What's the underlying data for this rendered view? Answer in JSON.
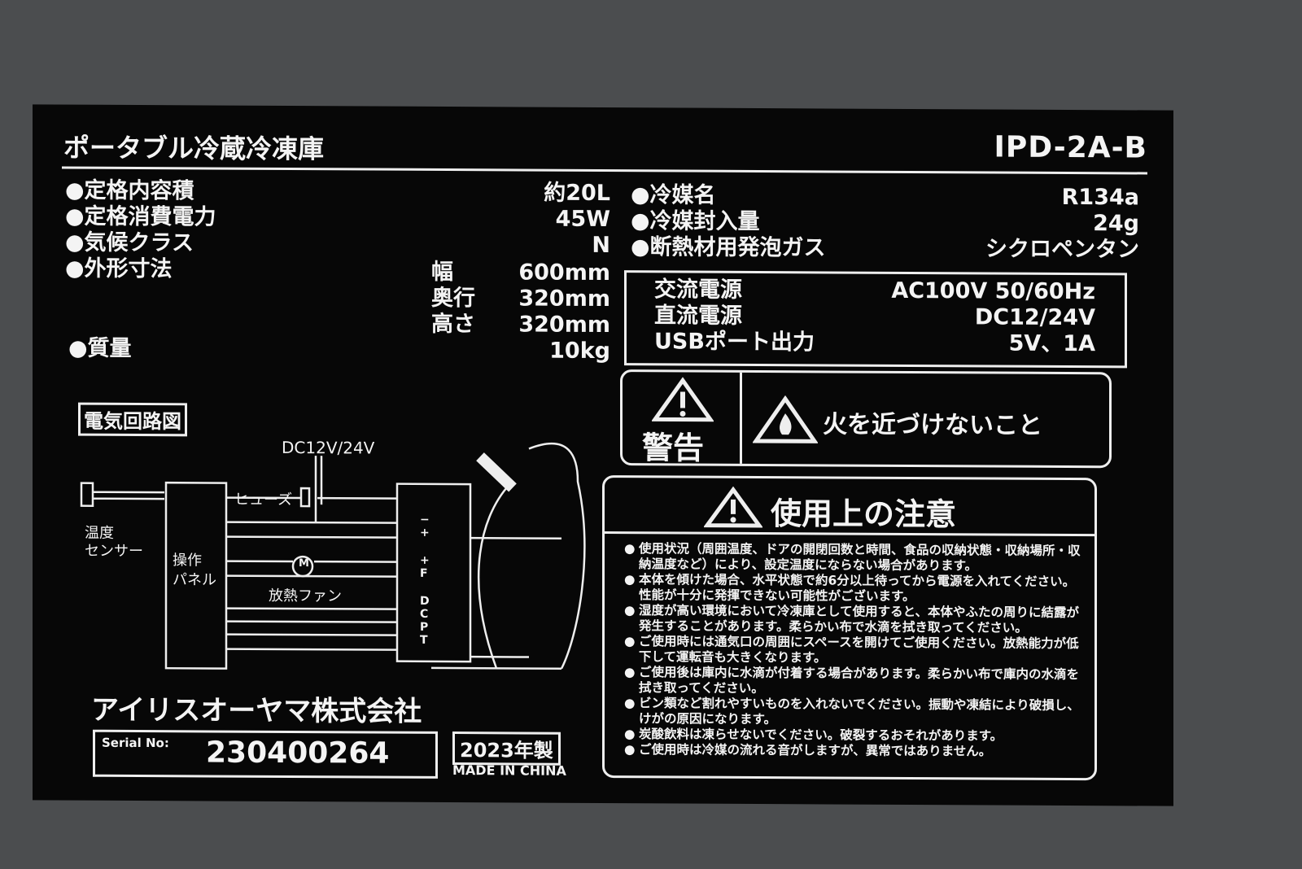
{
  "label": {
    "title": "ポータブル冷蔵冷凍庫",
    "model": "IPD-2A-B",
    "left_specs": [
      {
        "name": "●定格内容積",
        "value": "約20L"
      },
      {
        "name": "●定格消費電力",
        "value": "45W"
      },
      {
        "name": "●気候クラス",
        "value": "N"
      },
      {
        "name": "●外形寸法",
        "value": ""
      }
    ],
    "dimensions": [
      {
        "name": "幅",
        "value": "600mm"
      },
      {
        "name": "奥行",
        "value": "320mm"
      },
      {
        "name": "高さ",
        "value": "320mm"
      }
    ],
    "mass": {
      "name": "●質量",
      "value": "10kg"
    },
    "right_specs": [
      {
        "name": "●冷媒名",
        "value": "R134a"
      },
      {
        "name": "●冷媒封入量",
        "value": "24g"
      },
      {
        "name": "●断熱材用発泡ガス",
        "value": "シクロペンタン"
      }
    ],
    "power": [
      {
        "name": "交流電源",
        "value": "AC100V 50/60Hz"
      },
      {
        "name": "直流電源",
        "value": "DC12/24V"
      },
      {
        "name": "USBポート出力",
        "value": "5V、1A"
      }
    ],
    "warning": {
      "heading": "警告",
      "text": "火を近づけないこと"
    },
    "caution": {
      "heading": "使用上の注意",
      "items": [
        "使用状況（周囲温度、ドアの開閉回数と時間、食品の収納状態・収納場所・収納温度など）により、設定温度にならない場合があります。",
        "本体を傾けた場合、水平状態で約6分以上待ってから電源を入れてください。性能が十分に発揮できない可能性がございます。",
        "湿度が高い環境において冷凍庫として使用すると、本体やふたの周りに結露が発生することがあります。柔らかい布で水滴を拭き取ってください。",
        "ご使用時には通気口の周囲にスペースを開けてご使用ください。放熱能力が低下して運転音も大きくなります。",
        "ご使用後は庫内に水滴が付着する場合があります。柔らかい布で庫内の水滴を拭き取ってください。",
        "ビン類など割れやすいものを入れないでください。振動や凍結により破損し、けがの原因になります。",
        "炭酸飲料は凍らせないでください。破裂するおそれがあります。",
        "ご使用時は冷媒の流れる音がしますが、異常ではありません。"
      ]
    },
    "circuit": {
      "heading": "電気回路図",
      "dc_label": "DC12V/24V",
      "fuse": "ヒューズ",
      "sensor": "温度\nセンサー",
      "panel": "操作\nパネル",
      "fan": "放熱ファン",
      "motor_symbol": "M",
      "terminals": [
        "−",
        "+",
        "+",
        "F",
        "D",
        "C",
        "P",
        "T"
      ]
    },
    "manufacturer": "アイリスオーヤマ株式会社",
    "serial_label": "Serial No:",
    "serial": "230400264",
    "year": "2023年製",
    "origin": "MADE IN CHINA"
  }
}
